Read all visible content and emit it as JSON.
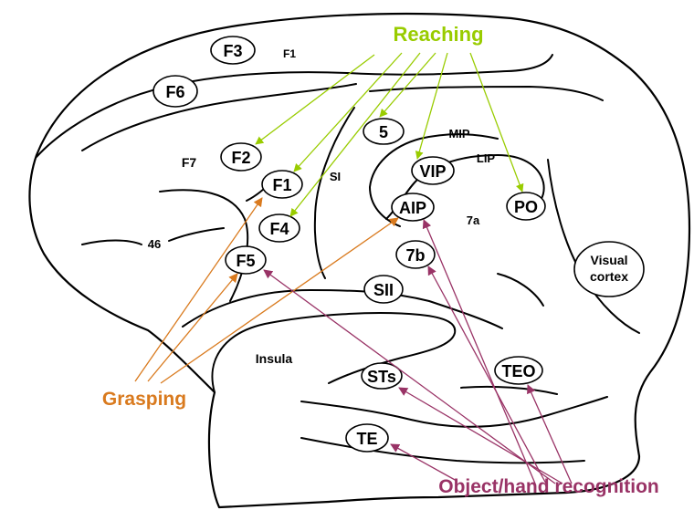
{
  "colors": {
    "reaching": "#99cc00",
    "grasping": "#d97a1e",
    "object_recognition": "#993366",
    "outline": "#000000"
  },
  "groups": {
    "reaching": "Reaching",
    "grasping": "Grasping",
    "object_recognition": "Object/hand recognition"
  },
  "areas": {
    "f3": "F3",
    "f1_top": "F1",
    "f6": "F6",
    "f2": "F2",
    "f7": "F7",
    "f1": "F1",
    "si": "SI",
    "f4": "F4",
    "a46": "46",
    "f5": "F5",
    "a5": "5",
    "mip": "MIP",
    "lip": "LIP",
    "vip": "VIP",
    "aip": "AIP",
    "a7a": "7a",
    "po": "PO",
    "a7b": "7b",
    "sii": "SII",
    "insula": "Insula",
    "sts": "STs",
    "teo": "TEO",
    "te": "TE",
    "visual_line1": "Visual",
    "visual_line2": "cortex"
  }
}
